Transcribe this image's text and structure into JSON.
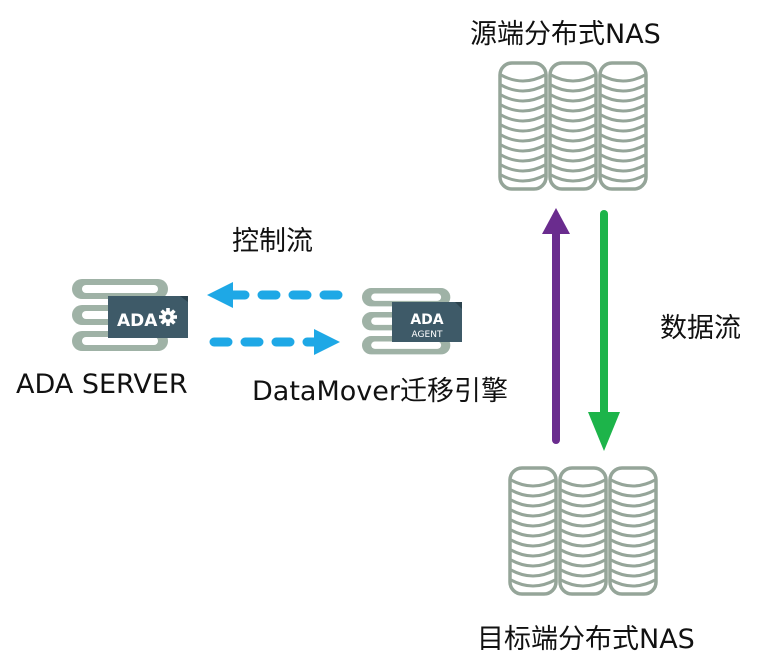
{
  "nodes": {
    "source_nas": {
      "label": "源端分布式NAS"
    },
    "target_nas": {
      "label": "目标端分布式NAS"
    },
    "ada_server": {
      "label": "ADA SERVER",
      "badge": "ADA"
    },
    "datamover": {
      "label": "DataMover迁移引擎",
      "badge": "ADA",
      "badge_sub": "AGENT"
    }
  },
  "edges": {
    "control_flow": {
      "label": "控制流"
    },
    "data_flow": {
      "label": "数据流"
    }
  },
  "colors": {
    "disk_stroke": "#95a599",
    "server_fill": "#9fb2a6",
    "badge_fill": "#3e5a68",
    "control_arrow": "#1ea8e6",
    "upload_arrow": "#6a2c8e",
    "download_arrow": "#1db44a"
  }
}
